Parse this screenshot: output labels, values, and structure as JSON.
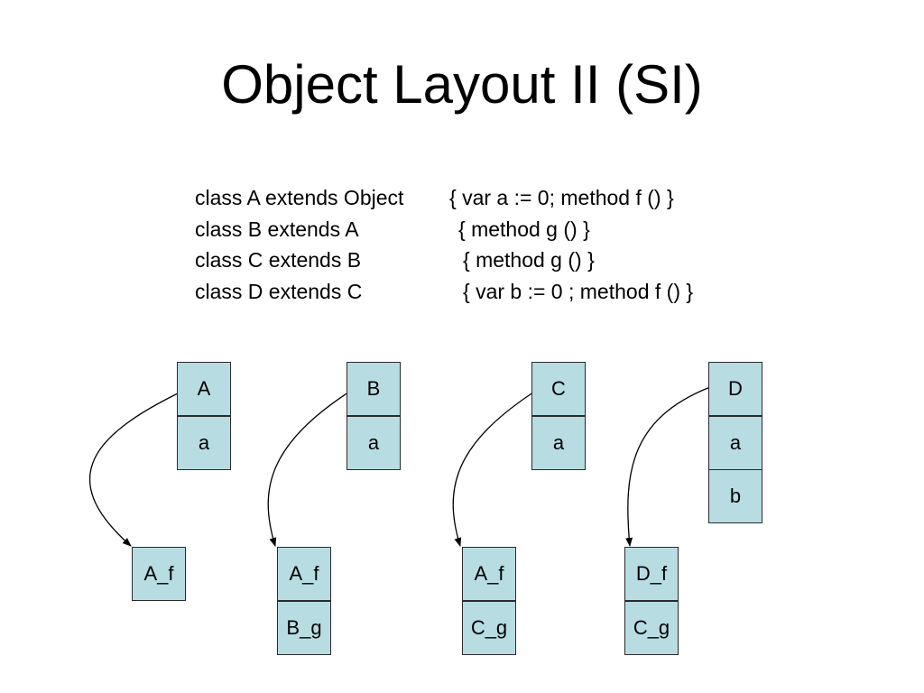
{
  "title": "Object Layout II (SI)",
  "code_lines": [
    {
      "decl": "class A extends Object",
      "body": "{ var a := 0; method f () }"
    },
    {
      "decl": "class B extends A",
      "body": "{ method g () }"
    },
    {
      "decl": "class C extends B",
      "body": "{ method g () }"
    },
    {
      "decl": "class D extends C",
      "body": "{ var b := 0 ; method f () }"
    }
  ],
  "objects": [
    {
      "cells": [
        "A",
        "a"
      ]
    },
    {
      "cells": [
        "B",
        "a"
      ]
    },
    {
      "cells": [
        "C",
        "a"
      ]
    },
    {
      "cells": [
        "D",
        "a",
        "b"
      ]
    }
  ],
  "vtables": [
    {
      "cells": [
        "A_f"
      ]
    },
    {
      "cells": [
        "A_f",
        "B_g"
      ]
    },
    {
      "cells": [
        "A_f",
        "C_g"
      ]
    },
    {
      "cells": [
        "D_f",
        "C_g"
      ]
    }
  ],
  "colors": {
    "cell_fill": "#b7dde2",
    "cell_border": "#2a2a2a",
    "arrow": "#000000"
  }
}
